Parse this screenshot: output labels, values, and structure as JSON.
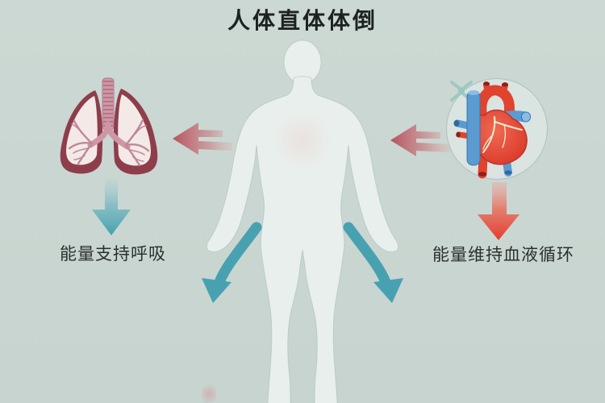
{
  "title": "人体直体体倒",
  "captions": {
    "left": "能量支持呼吸",
    "right": "能量维持血液循环"
  },
  "icons": {
    "lungs": "lungs-illustration",
    "heart": "anatomical-heart-illustration",
    "left_inflow_arrow": "red-fading-left-arrow",
    "right_inflow_arrow": "red-fading-left-arrow",
    "lungs_output_arrow": "teal-down-arrow",
    "heart_output_arrow": "red-down-arrow",
    "body_left_arrow": "teal-curved-down-left-arrow",
    "body_right_arrow": "teal-curved-down-right-arrow",
    "sparkle": "pale-teal-crossed-chevrons"
  },
  "colors": {
    "background": "#ccd8d3",
    "body_silhouette": "#e9efed",
    "teal_arrow": "#48a1b0",
    "red_down_arrow": "#e2382c",
    "fading_arrow_red": "#bd4e5a",
    "lungs_maroon": "#8e3e4b",
    "lungs_inner": "#f3eae7",
    "bronchi_trachea": "#cf97a6",
    "bronchi_pink": "#c1879a",
    "heart_red": "#e0432e",
    "vessel_blue": "#5b9bd0",
    "title_text": "#1d2220",
    "caption_text": "#2b302e"
  }
}
